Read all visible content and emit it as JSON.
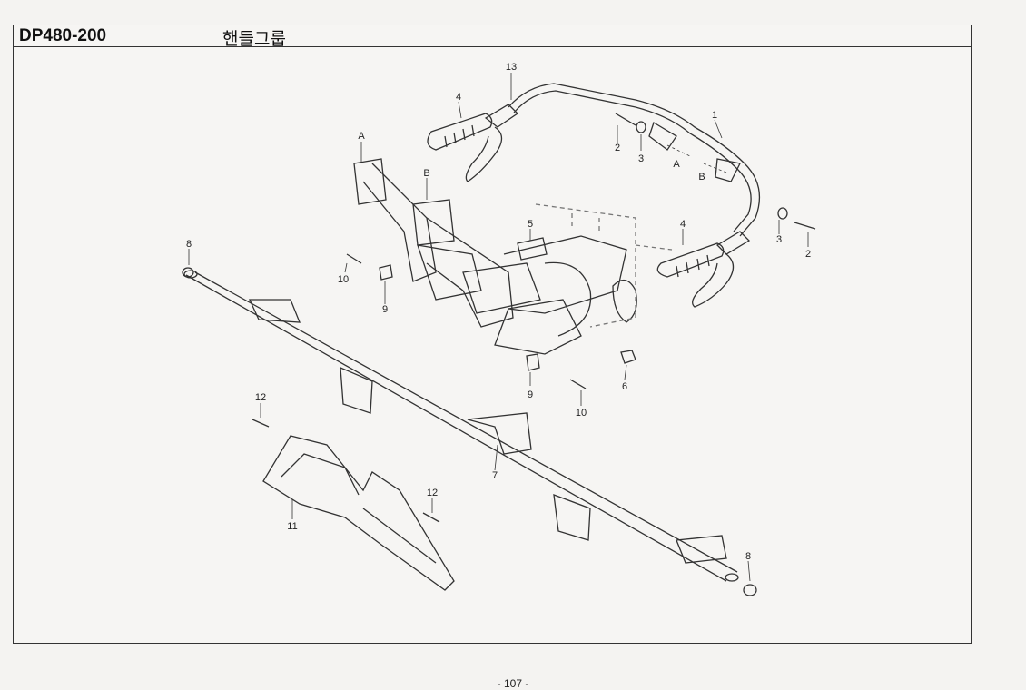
{
  "header": {
    "model": "DP480-200",
    "title": "핸들그룹"
  },
  "callouts": [
    "13",
    "4",
    "1",
    "2",
    "3",
    "A",
    "B",
    "A",
    "B",
    "4",
    "3",
    "2",
    "5",
    "8",
    "10",
    "9",
    "9",
    "10",
    "6",
    "12",
    "7",
    "12",
    "11",
    "8"
  ],
  "page_number": "- 107 -",
  "colors": {
    "line": "#333333",
    "paper": "#f6f5f3"
  }
}
